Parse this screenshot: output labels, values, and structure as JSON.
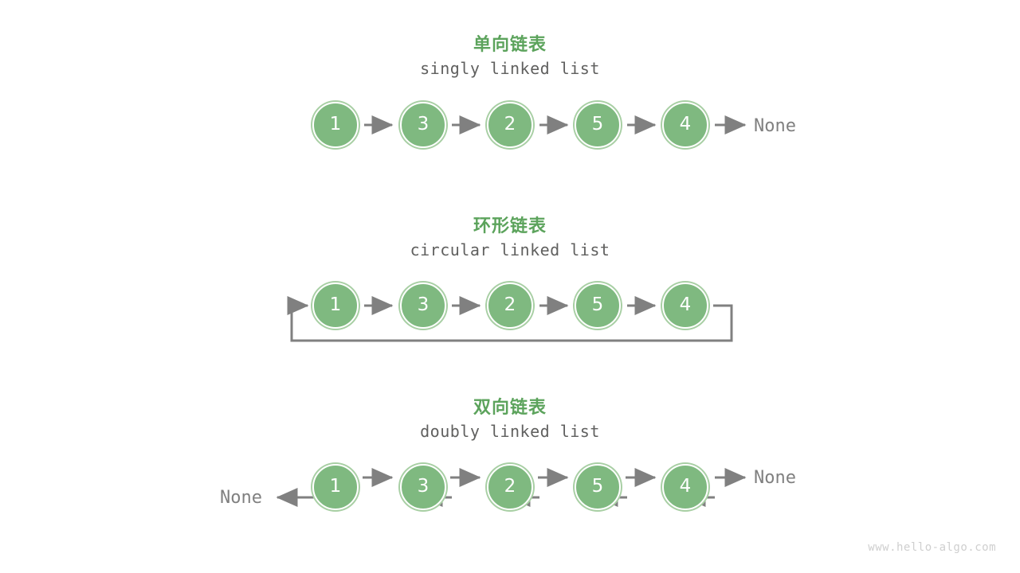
{
  "page": {
    "background": "#ffffff",
    "watermark": "www.hello-algo.com",
    "accent_green": "#5ca35c",
    "node_fill": "#7fb980",
    "node_ring": "#a8cfa4",
    "arrow_gray": "#808080",
    "text_gray": "#60605f"
  },
  "sections": [
    {
      "id": "singly",
      "title": "单向链表",
      "subtitle": "singly linked list",
      "nodes": [
        "1",
        "3",
        "2",
        "5",
        "4"
      ],
      "tail_label": "None",
      "head_label": ""
    },
    {
      "id": "circular",
      "title": "环形链表",
      "subtitle": "circular linked list",
      "nodes": [
        "1",
        "3",
        "2",
        "5",
        "4"
      ],
      "tail_label": "",
      "head_label": ""
    },
    {
      "id": "doubly",
      "title": "双向链表",
      "subtitle": "doubly linked list",
      "nodes": [
        "1",
        "3",
        "2",
        "5",
        "4"
      ],
      "tail_label": "None",
      "head_label": "None"
    }
  ]
}
